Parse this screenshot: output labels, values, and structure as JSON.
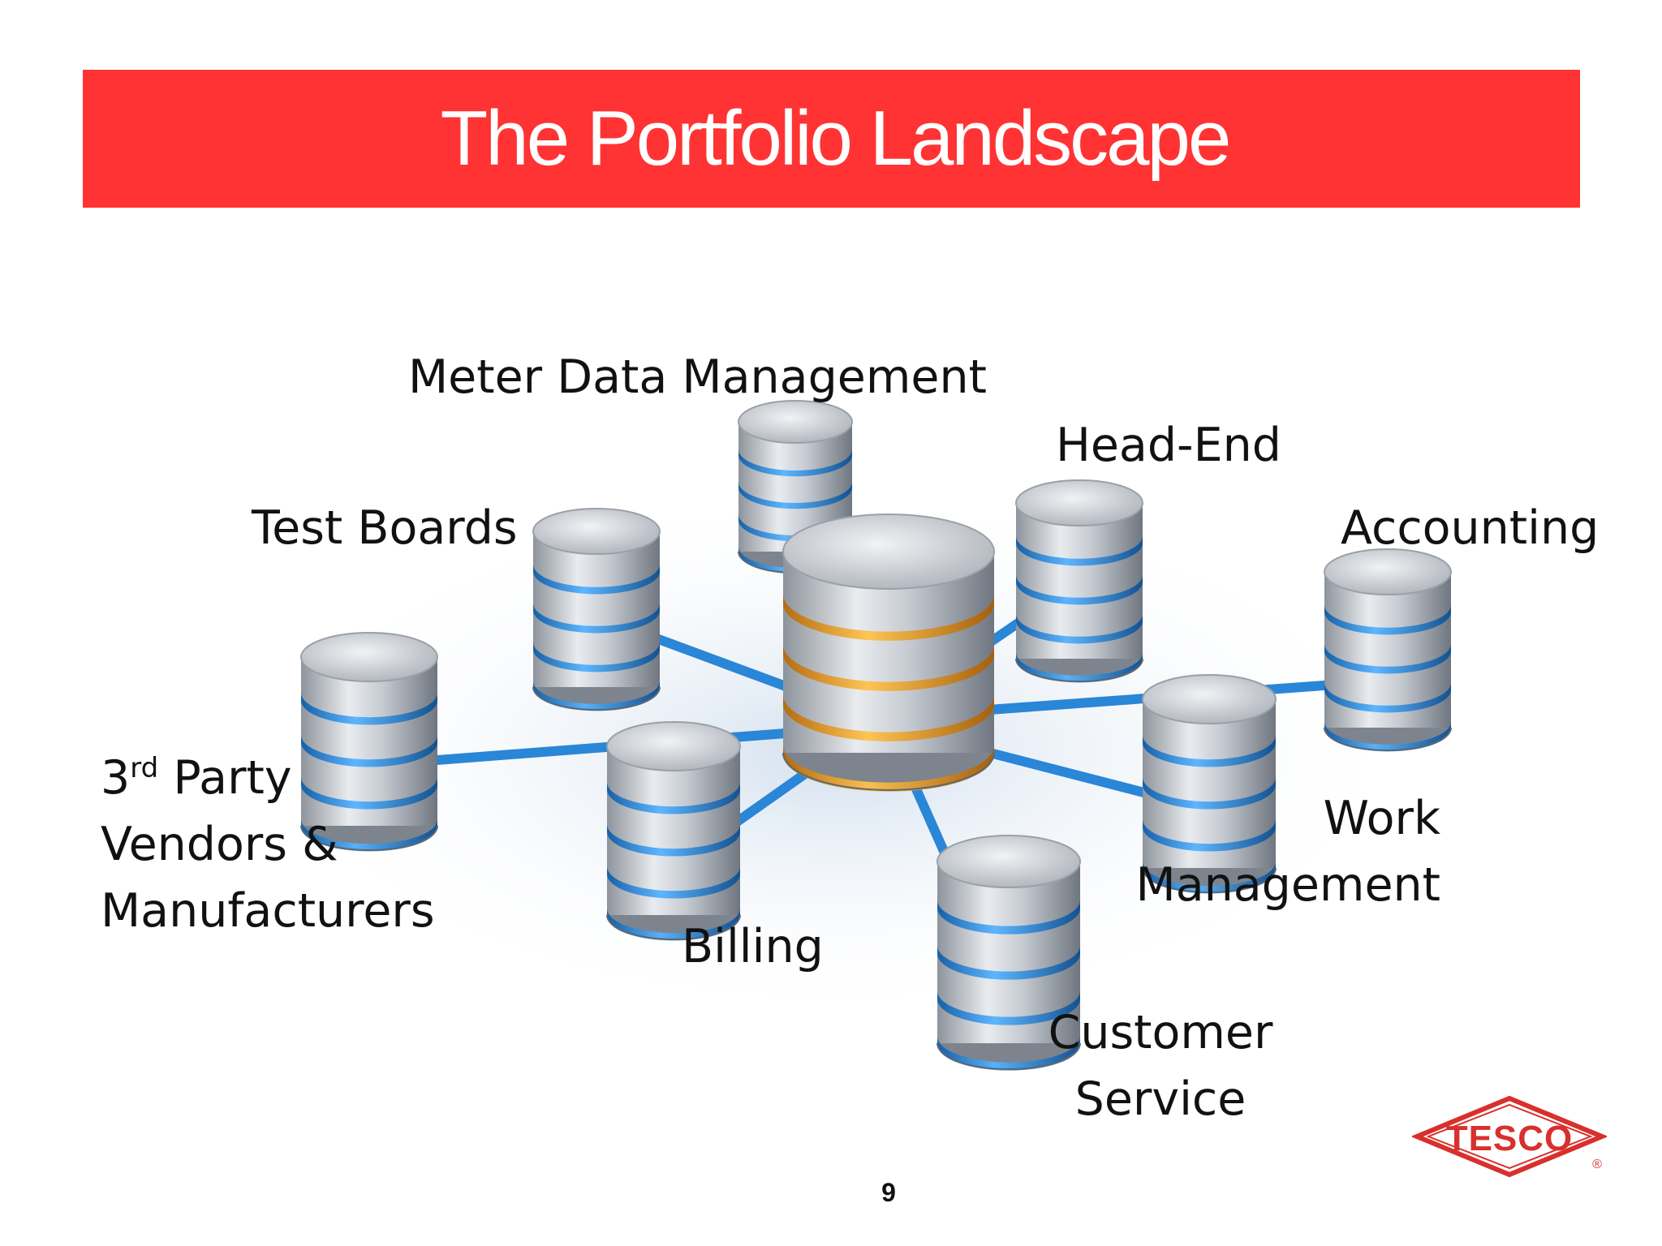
{
  "slide": {
    "title": "The Portfolio Landscape",
    "page_number": "9"
  },
  "diagram": {
    "hub": "central-database",
    "nodes": [
      {
        "id": "meter-data-management",
        "label": "Meter Data Management"
      },
      {
        "id": "head-end",
        "label": "Head-End"
      },
      {
        "id": "test-boards",
        "label": "Test Boards"
      },
      {
        "id": "accounting",
        "label": "Accounting"
      },
      {
        "id": "third-party",
        "label_prefix": "3",
        "label_sup": "rd",
        "label_rest": " Party",
        "label_line2": "Vendors &",
        "label_line3": "Manufacturers"
      },
      {
        "id": "billing",
        "label": "Billing"
      },
      {
        "id": "work-management",
        "label_line1": "Work",
        "label_line2": "Management"
      },
      {
        "id": "customer-service",
        "label_line1": "Customer",
        "label_line2": "Service"
      }
    ]
  },
  "colors": {
    "title_bar": "#ff3333",
    "title_text": "#ffffff",
    "connector": "#2a86d6",
    "disk_silver": "#c8ccd2",
    "disk_ring_blue": "#1e7fd0",
    "hub_ring_orange": "#f0a020",
    "logo_red": "#d8302c"
  },
  "logo": {
    "text": "TESCO",
    "mark": "®"
  }
}
